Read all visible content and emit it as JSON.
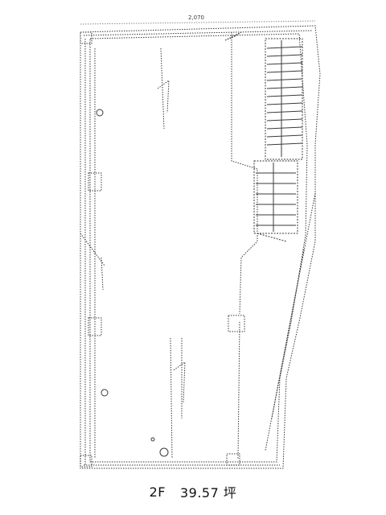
{
  "plan": {
    "scale_label": "2,070"
  },
  "caption": {
    "floor": "2F",
    "area": "39.57 坪"
  },
  "colors": {
    "line": "#3a3a3a",
    "faint_line": "#8a8a8a",
    "background": "#ffffff"
  }
}
